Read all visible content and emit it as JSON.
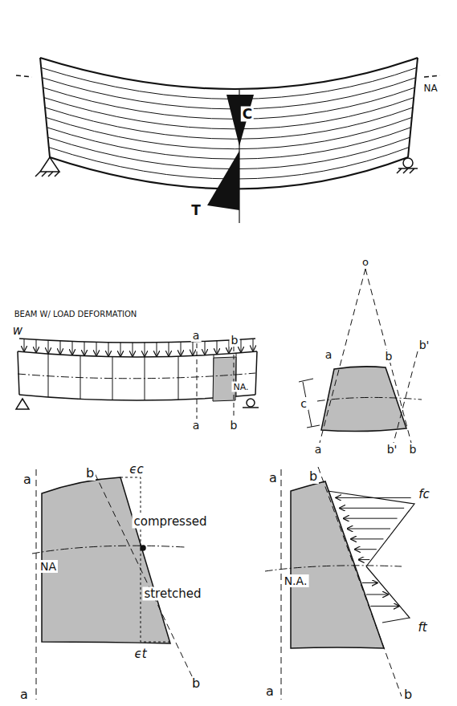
{
  "diagram": {
    "labels": [
      "C",
      "T",
      "NA",
      "BEAM W/ LOAD DEFORMATION",
      "w",
      "a",
      "b",
      "NA.",
      "a",
      "b",
      "o",
      "a",
      "b",
      "b'",
      "c",
      "a",
      "b'",
      "b",
      "a",
      "b",
      "ϵc",
      "compressed",
      "NA",
      "stretched",
      "ϵt",
      "b",
      "a",
      "a",
      "b",
      "fc",
      "N.A.",
      "ft",
      "a",
      "b"
    ]
  }
}
